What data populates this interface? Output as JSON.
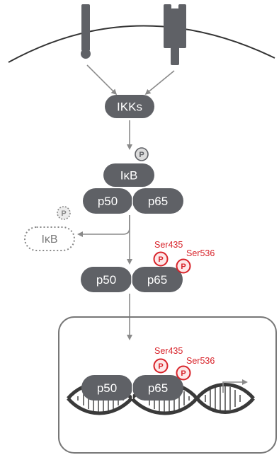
{
  "nodes": {
    "ikks": "IKKs",
    "ikb": "IκB",
    "ikb_released": "IκB",
    "p50_cytoplasm": "p50",
    "p65_cytoplasm": "p65",
    "p50_free": "p50",
    "p65_free": "p65",
    "p50_nucleus": "p50",
    "p65_nucleus": "p65"
  },
  "phospho": {
    "label": "P",
    "site_1": "Ser435",
    "site_2": "Ser536"
  },
  "colors": {
    "protein": "#5f6166",
    "arrow": "#8a8a8a",
    "membrane": "#333333",
    "phospho_red": "#d8232a",
    "phospho_gray": "#cfcfcf",
    "nucleus_border": "#777777",
    "dna": "#3a3a3a"
  }
}
